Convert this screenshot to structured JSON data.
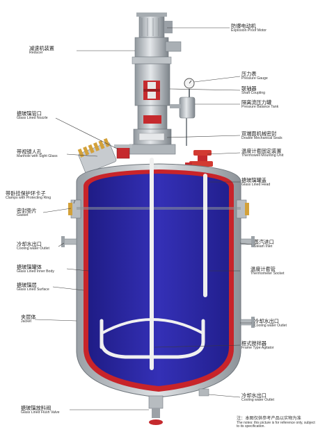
{
  "labels": {
    "motor": {
      "zh": "防爆电动机",
      "en": "Explosion Proof Motor"
    },
    "reducer": {
      "zh": "减速机装置",
      "en": "Reducer"
    },
    "gauge": {
      "zh": "压力表",
      "en": "Pressure Gauge"
    },
    "coupling": {
      "zh": "联轴器",
      "en": "Shaft Coupling"
    },
    "balance_tank": {
      "zh": "隔离流压力罐",
      "en": "Pressure Balance Tank"
    },
    "nozzle": {
      "zh": "搪玻璃管口",
      "en": "Glass Lined Nozzle"
    },
    "mech_seal": {
      "zh": "双端面机械密封",
      "en": "Double Mechanical Seals"
    },
    "manhole": {
      "zh": "带视镜人孔",
      "en": "Manhole with Sight Glass"
    },
    "thermowell": {
      "zh": "温度计套固定装置",
      "en": "Thermowell Mounting Unit"
    },
    "lined_head": {
      "zh": "搪玻璃罐盖",
      "en": "Glass Lined Head"
    },
    "clamps": {
      "zh": "带卧挂保护环卡子",
      "en": "Clamps with Protecting Ring"
    },
    "gasket": {
      "zh": "密封垫片",
      "en": "Gasket"
    },
    "steam_inlet": {
      "zh": "蒸汽进口",
      "en": "Steam Inlet"
    },
    "cool_out_l": {
      "zh": "冷却水出口",
      "en": "Cooling water Outlet"
    },
    "inner_body": {
      "zh": "搪玻璃罐体",
      "en": "Glass Lined Inner Body"
    },
    "thermo_socket": {
      "zh": "温度计套管",
      "en": "Thermometer Socket"
    },
    "lined_surface": {
      "zh": "搪玻璃层",
      "en": "Glass Lined Surface"
    },
    "jacket": {
      "zh": "夹层体",
      "en": "Jacket"
    },
    "cool_out_r": {
      "zh": "冷却水出口",
      "en": "Cooling water Outlet"
    },
    "agitator": {
      "zh": "框式搅拌器",
      "en": "Frame Type Agitator"
    },
    "cool_out_b": {
      "zh": "冷却水出口",
      "en": "Cooling water Outlet"
    },
    "flush_valve": {
      "zh": "搪玻璃放料阀",
      "en": "Glass Lined Flush Valve"
    }
  },
  "note": {
    "zh": "注：本图仅供参考产品以实物为准",
    "en": "The notes: this picture is for reference only, subject to its specification."
  },
  "colors": {
    "vessel_blue": "#2e2aa8",
    "jacket_red": "#c8242a",
    "steel_gray": "#b8bcc0",
    "agitator_white": "#f2f2f2"
  }
}
